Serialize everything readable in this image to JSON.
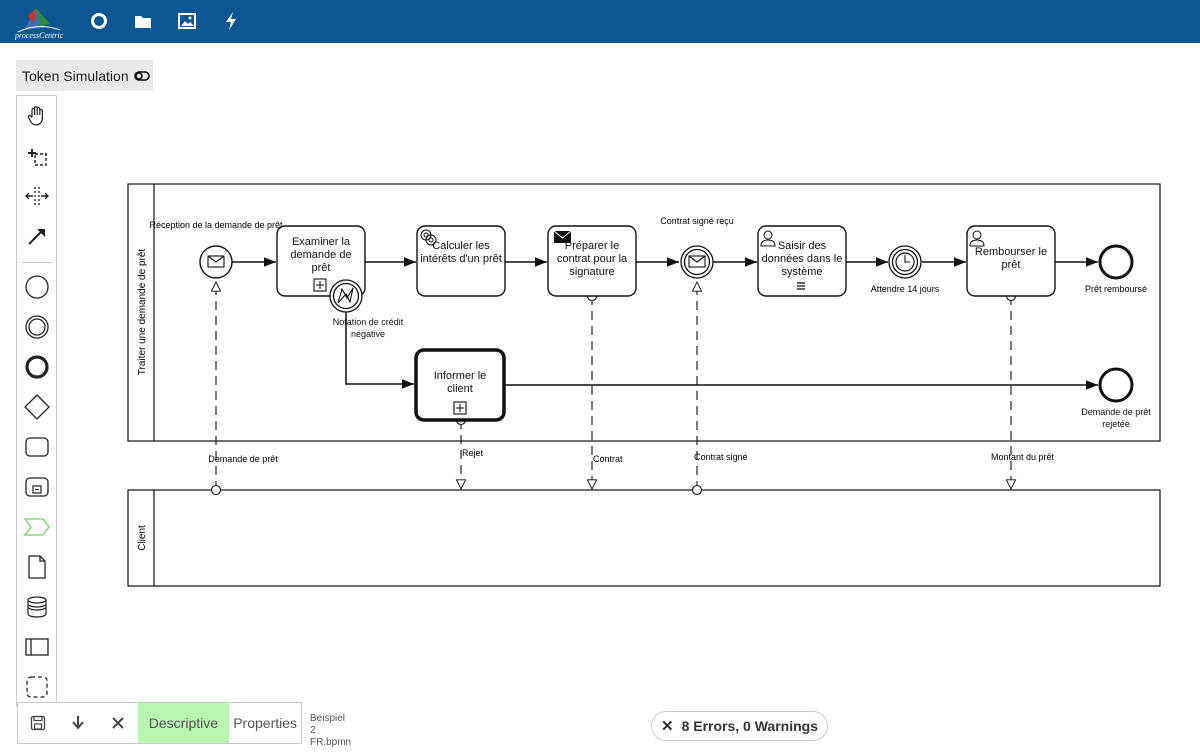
{
  "topbar": {
    "brand": "processCentric",
    "nav_icons": [
      "circle-icon",
      "folder-icon",
      "image-icon",
      "lightning-icon"
    ],
    "bg_color": "#0b5794"
  },
  "token_simulation": {
    "label": "Token Simulation"
  },
  "palette": {
    "tools": [
      "hand-tool-icon",
      "lasso-tool-icon",
      "space-tool-icon",
      "connect-tool-icon",
      "start-event-icon",
      "intermediate-event-icon",
      "end-event-icon",
      "gateway-icon",
      "task-icon",
      "subprocess-icon",
      "data-object-icon",
      "data-store-icon",
      "pool-icon",
      "group-icon"
    ]
  },
  "diagram": {
    "pool1": {
      "label": "Traiter une demande de prêt"
    },
    "pool2": {
      "label": "Client"
    },
    "events": {
      "start": "Réception de la demande de prêt",
      "catch_contract": "Contrat signé reçu",
      "timer": "Attendre 14 jours",
      "end_ok": "Prêt remboursé",
      "end_rejected": "Demande de prêt rejetée",
      "boundary": "Notation de crédit négative"
    },
    "tasks": {
      "examine": "Examiner la demande de prêt",
      "calculate": "Calculer les intérêts d'un prêt",
      "prepare": "Préparer le contrat pour la signature",
      "enter": "Saisir des données dans le système",
      "repay": "Rembourser le prêt",
      "inform": "Informer le client"
    },
    "message_flows": {
      "request": "Demande de prêt",
      "reject": "Rejet",
      "contract": "Contrat",
      "signed": "Contrat signé",
      "amount": "Montant du prêt"
    }
  },
  "footer": {
    "tab_descriptive": "Descriptive",
    "tab_properties": "Properties",
    "filename_line1": "Beispiel",
    "filename_line2": "2",
    "filename_line3": "FR.bpmn",
    "errors": "8 Errors, 0 Warnings",
    "accent_active": "#b8f5b0"
  }
}
